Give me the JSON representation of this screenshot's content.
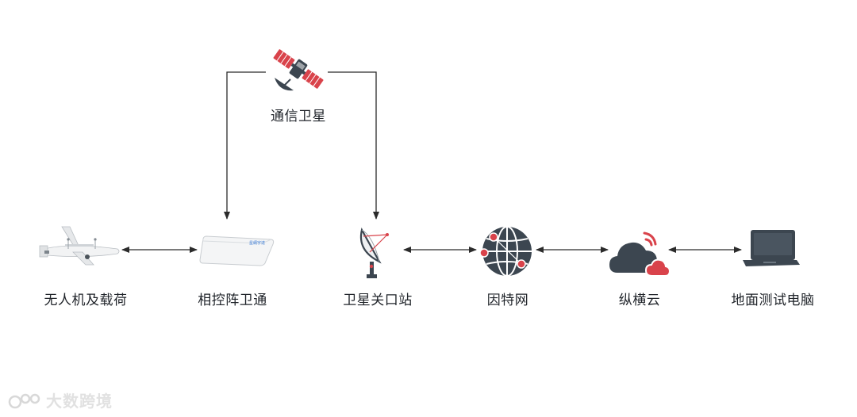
{
  "nodes": {
    "satellite": {
      "label": "通信卫星",
      "icon": "satellite-icon"
    },
    "drone": {
      "label": "无人机及载荷",
      "icon": "drone-icon"
    },
    "phased_array": {
      "label": "相控阵卫通",
      "icon": "phased-array-terminal-icon",
      "device_text": "星網宇達"
    },
    "gateway": {
      "label": "卫星关口站",
      "icon": "satellite-dish-icon"
    },
    "internet": {
      "label": "因特网",
      "icon": "globe-network-icon"
    },
    "cloud": {
      "label": "纵横云",
      "icon": "cloud-icon"
    },
    "pc": {
      "label": "地面测试电脑",
      "icon": "laptop-icon"
    }
  },
  "connections": [
    {
      "from": "drone",
      "to": "phased_array",
      "type": "bidirectional"
    },
    {
      "from": "gateway",
      "to": "internet",
      "type": "bidirectional"
    },
    {
      "from": "internet",
      "to": "cloud",
      "type": "bidirectional"
    },
    {
      "from": "cloud",
      "to": "pc",
      "type": "bidirectional"
    },
    {
      "from": "satellite",
      "to": "phased_array",
      "type": "directed"
    },
    {
      "from": "satellite",
      "to": "gateway",
      "type": "directed"
    }
  ],
  "watermark": {
    "text": "大数跨境",
    "icon": "logo-icon"
  },
  "colors": {
    "line": "#2b2b2b",
    "accent_red": "#d9434b",
    "dark_gray": "#3c4650"
  }
}
